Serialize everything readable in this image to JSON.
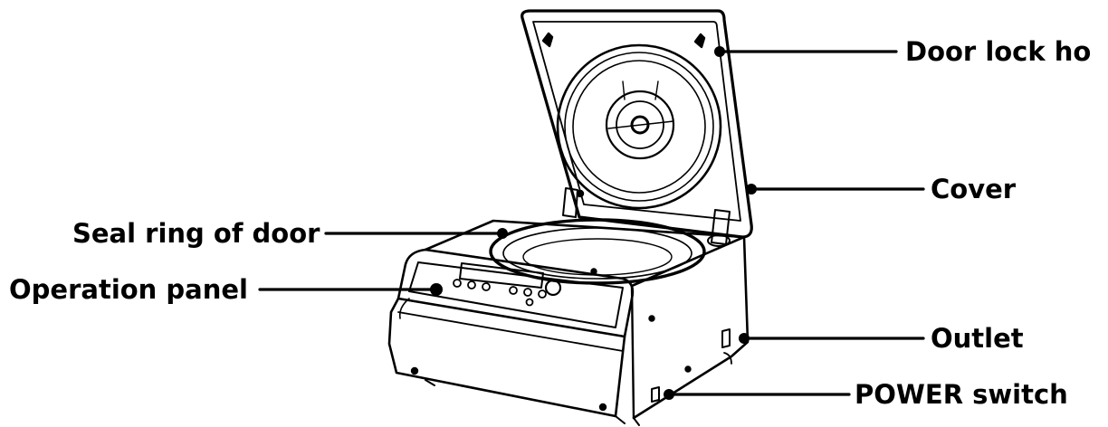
{
  "labels": {
    "door_lock_hook": "Door lock ho",
    "cover": "Cover",
    "seal_ring": "Seal ring of door",
    "operation_panel": "Operation panel",
    "outlet": "Outlet",
    "power_switch": "POWER switch"
  },
  "colors": {
    "line": "#000000",
    "background": "#ffffff"
  }
}
